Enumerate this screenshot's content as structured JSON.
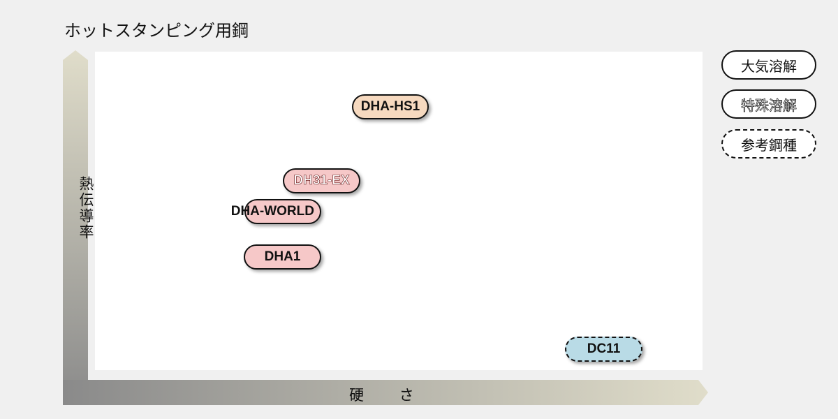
{
  "title": "ホットスタンピング用鋼",
  "axes": {
    "y_label": "熱伝導率",
    "x_label": "硬 さ"
  },
  "legend": [
    {
      "label": "大気溶解",
      "style": "solid"
    },
    {
      "label": "特殊溶解",
      "style": "special"
    },
    {
      "label": "参考鋼種",
      "style": "dashed"
    }
  ],
  "grades": [
    {
      "name": "DHA-HS1",
      "fill": "#f6d9bf",
      "style": "solid"
    },
    {
      "name": "DH31-EX",
      "fill": "#f6c8c8",
      "style": "special"
    },
    {
      "name": "DHA-WORLD",
      "fill": "#f6c8c8",
      "style": "solid"
    },
    {
      "name": "DHA1",
      "fill": "#f6c8c8",
      "style": "solid"
    },
    {
      "name": "DC11",
      "fill": "#b9dbe6",
      "style": "dashed"
    }
  ]
}
